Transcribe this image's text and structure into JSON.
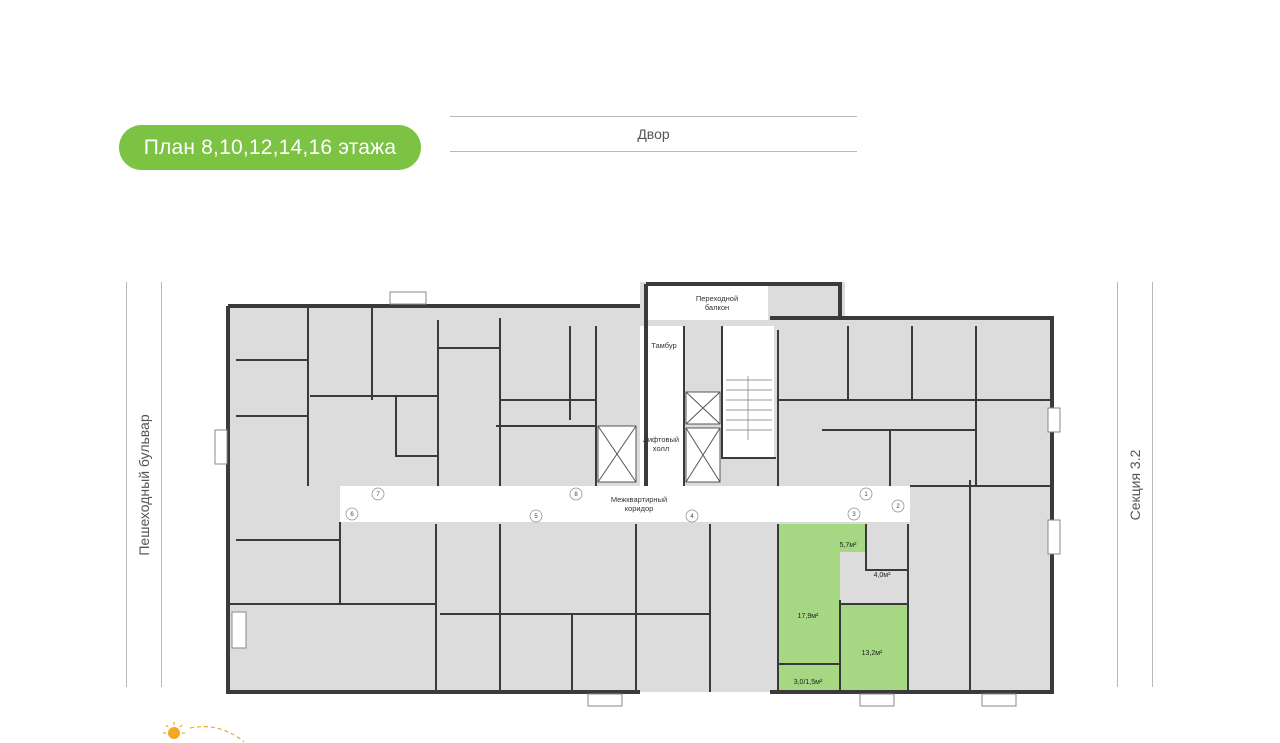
{
  "header": {
    "plan_title": "План 8,10,12,14,16 этажа",
    "courtyard_label": "Двор"
  },
  "sides": {
    "left": "Пешеходный бульвар",
    "right": "Секция 3.2"
  },
  "rooms": {
    "transition_balcony": [
      "Переходной",
      "балкон"
    ],
    "vestibule": "Тамбур",
    "elevator_hall": [
      "Лифтовый",
      "холл"
    ],
    "corridor": [
      "Межквартирный",
      "коридор"
    ]
  },
  "selected_apartment": {
    "areas": [
      "5,7м²",
      "4,0м²",
      "17,9м²",
      "13,2м²",
      "3,0/1,5м²"
    ],
    "highlight_color": "#a6d782"
  },
  "door_numbers": [
    "7",
    "8",
    "1",
    "6",
    "5",
    "4",
    "3",
    "2"
  ],
  "colors": {
    "accent": "#7cc243",
    "floor": "#dcdcdc",
    "wall": "#3a3a3a"
  },
  "icons": {
    "sun": "sun-icon"
  }
}
